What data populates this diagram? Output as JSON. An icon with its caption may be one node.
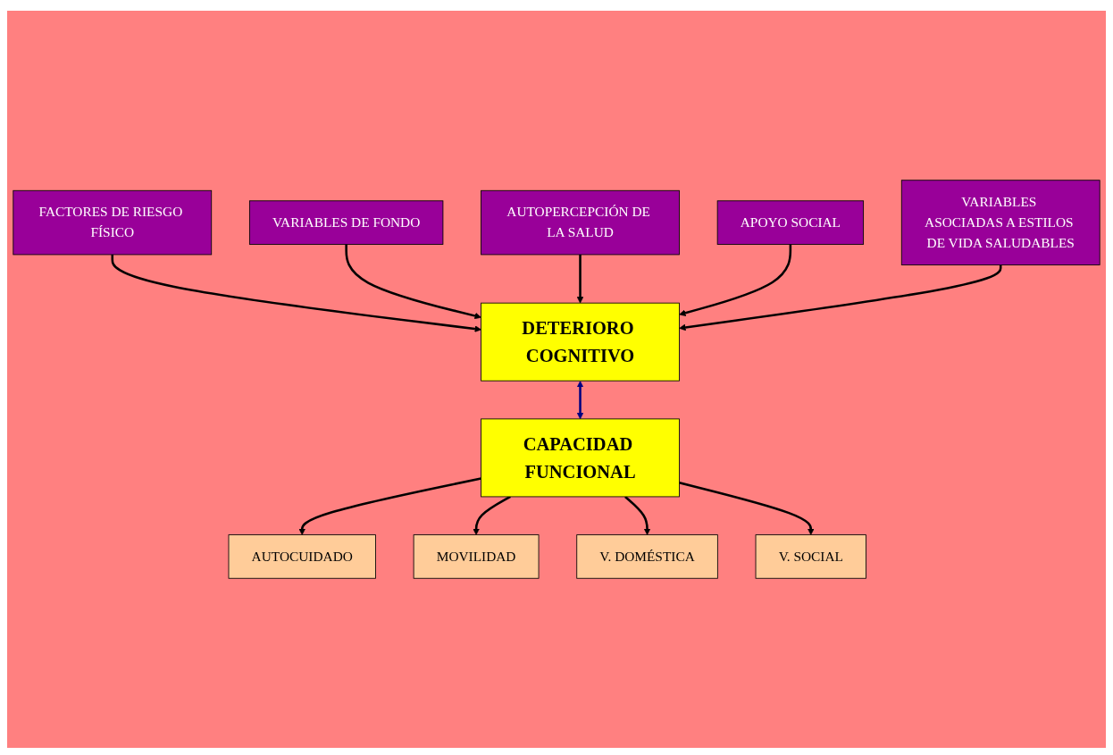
{
  "diagram": {
    "nodes": [
      {
        "text": [
          "FACTORES DE RIESGO FÍSICO"
        ]
      },
      {
        "text": [
          "AUTOPERCEPCIÓN DE LA SALUD"
        ]
      },
      {
        "text": [
          "VARIABLES DE FONDO"
        ]
      },
      {
        "text": [
          "DETERIORO COGNITIVO"
        ]
      },
      {
        "text": [
          "CAPACIDAD FUNCIONAL"
        ]
      },
      {
        "text": [
          "AUTOCUIDADO"
        ]
      },
      {
        "text": [
          "MOVILIDAD"
        ]
      },
      {
        "text": [
          "V. DOMÉSTICA"
        ]
      },
      {
        "text": [
          "V. SOCIAL"
        ]
      },
      {
        "text": [
          "APOYO SOCIAL"
        ]
      },
      {
        "text": [
          "VARIABLES ASOCIADAS A ESTILOS DE VIDA SALUDABLES"
        ]
      }
    ],
    "edges": [
      {
        "from": 0,
        "to": 3,
        "arrow": "to"
      },
      {
        "from": 2,
        "to": 3,
        "arrow": "to"
      },
      {
        "from": 1,
        "to": 3,
        "arrow": "to"
      },
      {
        "from": 3,
        "to": 4,
        "arrow": "both",
        "color": "#000080"
      },
      {
        "from": 4,
        "to": 5,
        "arrow": "to"
      },
      {
        "from": 4,
        "to": 6,
        "arrow": "to"
      },
      {
        "from": 4,
        "to": 7,
        "arrow": "to"
      },
      {
        "from": 4,
        "to": 8,
        "arrow": "to"
      },
      {
        "from": 9,
        "to": 3,
        "arrow": "to"
      },
      {
        "from": 10,
        "to": 3,
        "arrow": "to"
      }
    ]
  }
}
